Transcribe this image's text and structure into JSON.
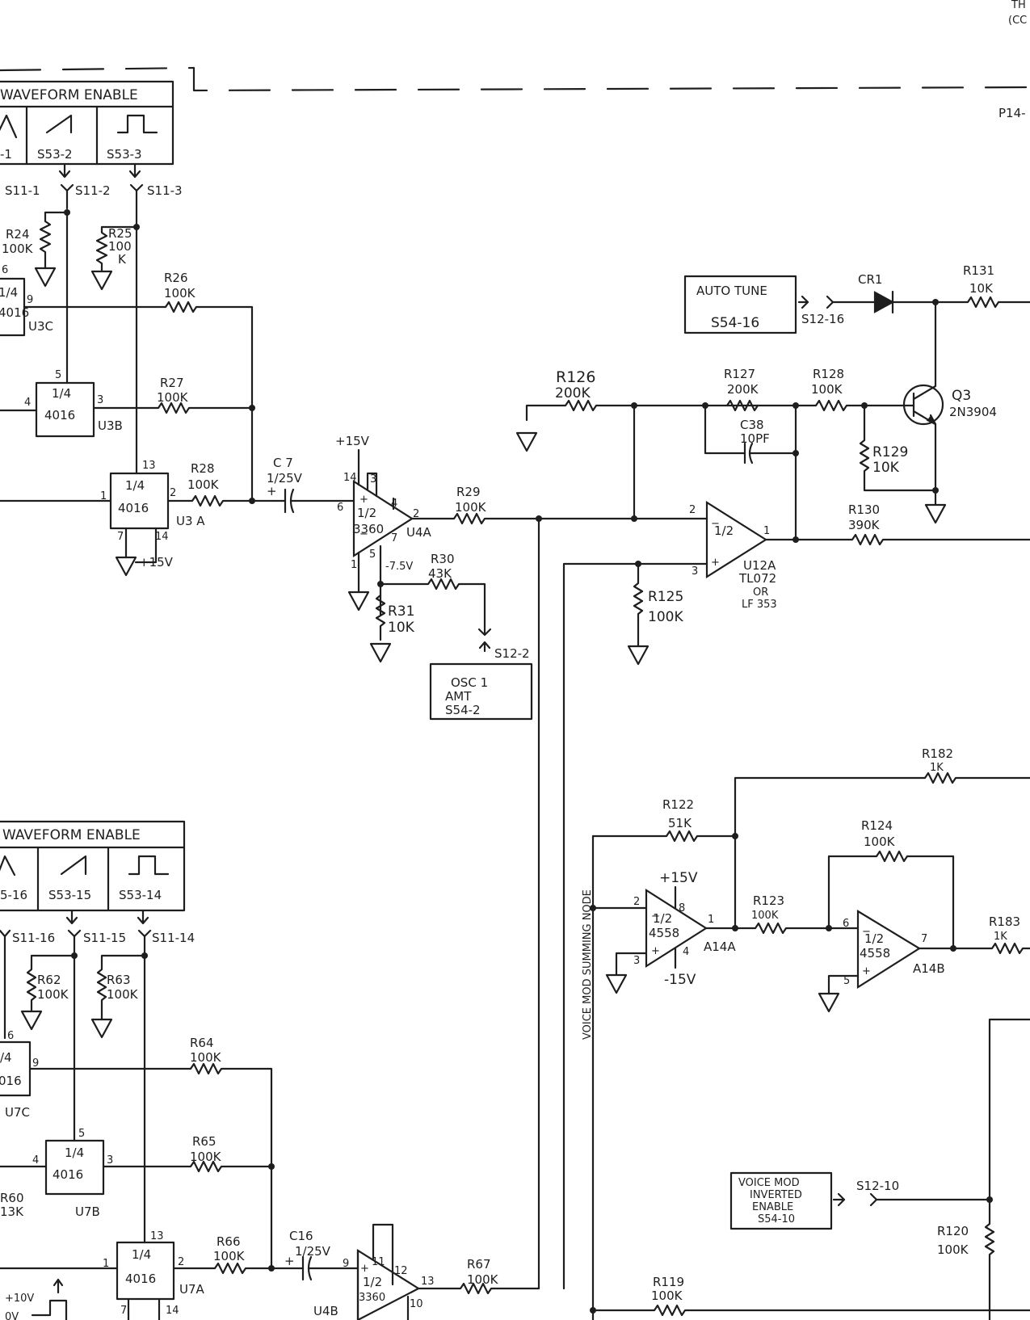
{
  "colors": {
    "ink": "#1e1e1e",
    "paper": "#ffffff"
  },
  "corner": {
    "line1": "TH",
    "line2": "(CC"
  },
  "p14": "P14-",
  "waveform_upper": {
    "title": "WAVEFORM ENABLE",
    "switches": [
      "-1",
      "S53-2",
      "S53-3"
    ],
    "nodes": [
      "S11-1",
      "S11-2",
      "S11-3"
    ]
  },
  "waveform_lower": {
    "title": "WAVEFORM ENABLE",
    "switches": [
      "5-16",
      "S53-15",
      "S53-14"
    ],
    "nodes": [
      "S11-16",
      "S11-15",
      "S11-14"
    ]
  },
  "auto_tune": {
    "title": "AUTO TUNE",
    "code": "S54-16",
    "node": "S12-16"
  },
  "osc1": {
    "l1": "OSC 1",
    "l2": "AMT",
    "l3": "S54-2",
    "node": "S12-2"
  },
  "voice_mod": {
    "l1": "VOICE MOD",
    "l2": "INVERTED",
    "l3": "ENABLE",
    "l4": "S54-10",
    "node": "S12-10",
    "summing": "VOICE MOD SUMMING NODE"
  },
  "parts": {
    "r24": {
      "ref": "R24",
      "val": "100K"
    },
    "r25": {
      "ref": "R25",
      "val1": "100",
      "val2": "K"
    },
    "r26": {
      "ref": "R26",
      "val": "100K"
    },
    "r27": {
      "ref": "R27",
      "val": "100K"
    },
    "r28": {
      "ref": "R28",
      "val": "100K"
    },
    "r29": {
      "ref": "R29",
      "val": "100K"
    },
    "r30": {
      "ref": "R30",
      "val": "43K"
    },
    "r31": {
      "ref": "R31",
      "val": "10K"
    },
    "r62": {
      "ref": "R62",
      "val": "100K"
    },
    "r63": {
      "ref": "R63",
      "val": "100K"
    },
    "r64": {
      "ref": "R64",
      "val": "100K"
    },
    "r65": {
      "ref": "R65",
      "val": "100K"
    },
    "r66": {
      "ref": "R66",
      "val": "100K"
    },
    "r67": {
      "ref": "R67",
      "val": "100K"
    },
    "r60": {
      "ref": "R60",
      "val": "13K"
    },
    "r119": {
      "ref": "R119",
      "val": "100K"
    },
    "r120": {
      "ref": "R120",
      "val": "100K"
    },
    "r122": {
      "ref": "R122",
      "val": "51K"
    },
    "r123": {
      "ref": "R123",
      "val": "100K"
    },
    "r124": {
      "ref": "R124",
      "val": "100K"
    },
    "r125": {
      "ref": "R125",
      "val": "100K"
    },
    "r126": {
      "ref": "R126",
      "val": "200K"
    },
    "r127": {
      "ref": "R127",
      "val": "200K"
    },
    "r128": {
      "ref": "R128",
      "val": "100K"
    },
    "r129": {
      "ref": "R129",
      "val": "10K"
    },
    "r130": {
      "ref": "R130",
      "val": "390K"
    },
    "r131": {
      "ref": "R131",
      "val": "10K"
    },
    "r182": {
      "ref": "R182",
      "val": "1K"
    },
    "r183": {
      "ref": "R183",
      "val": "1K"
    },
    "c7": {
      "ref": "C 7",
      "val": "1/25V"
    },
    "c16": {
      "ref": "C16",
      "val": "1/25V"
    },
    "c38": {
      "ref": "C38",
      "val": "10PF"
    },
    "cr1": {
      "ref": "CR1"
    },
    "q3": {
      "ref": "Q3",
      "type": "2N3904"
    }
  },
  "ics": {
    "u3c": {
      "frac": "1/4",
      "type": "4016",
      "ref": "U3C",
      "pin_a": "6",
      "pin_b": "9"
    },
    "u3b": {
      "frac": "1/4",
      "type": "4016",
      "ref": "U3B",
      "pin_ctl": "5",
      "pin_in": "4",
      "pin_out": "3"
    },
    "u3a": {
      "frac": "1/4",
      "type": "4016",
      "ref": "U3 A",
      "pin_ctl": "13",
      "pin_in": "1",
      "pin_out": "2",
      "pin_gnd": "7",
      "pin_vcc": "14",
      "supply": "+15V"
    },
    "u4a": {
      "frac": "1/2",
      "type": "3360",
      "ref": "U4A",
      "pos": "+15V",
      "neg": "-7.5V",
      "p14": "14",
      "p3": "3",
      "p4": "4",
      "p6": "6",
      "p2": "2",
      "p7": "7",
      "p5": "5",
      "p1": "1"
    },
    "u12a": {
      "frac": "1/2",
      "ref": "U12A",
      "type": "TL072",
      "or": "OR",
      "alt": "LF 353",
      "p2": "2",
      "p3": "3",
      "p1": "1"
    },
    "u7c": {
      "frac": "/4",
      "type": "016",
      "ref": "U7C",
      "pin_a": "6",
      "pin_b": "9"
    },
    "u7b": {
      "frac": "1/4",
      "type": "4016",
      "ref": "U7B",
      "pin_ctl": "5",
      "pin_in": "4",
      "pin_out": "3"
    },
    "u7a": {
      "frac": "1/4",
      "type": "4016",
      "ref": "U7A",
      "pin_ctl": "13",
      "pin_in": "1",
      "pin_out": "2",
      "pin_gnd": "7",
      "pin_vcc": "14"
    },
    "u4b": {
      "frac": "1/2",
      "type": "3360",
      "ref": "U4B",
      "p9": "9",
      "p11": "11",
      "p12": "12",
      "p13": "13",
      "p10": "10"
    },
    "a14a": {
      "frac": "1/2",
      "type": "4558",
      "ref": "A14A",
      "pos": "+15V",
      "neg": "-15V",
      "p2": "2",
      "p3": "3",
      "p8": "8",
      "p4": "4",
      "p1": "1"
    },
    "a14b": {
      "frac": "1/2",
      "type": "4558",
      "ref": "A14B",
      "p6": "6",
      "p5": "5",
      "p7": "7"
    }
  },
  "signal": {
    "v1": "+10V",
    "v2": "0V"
  }
}
